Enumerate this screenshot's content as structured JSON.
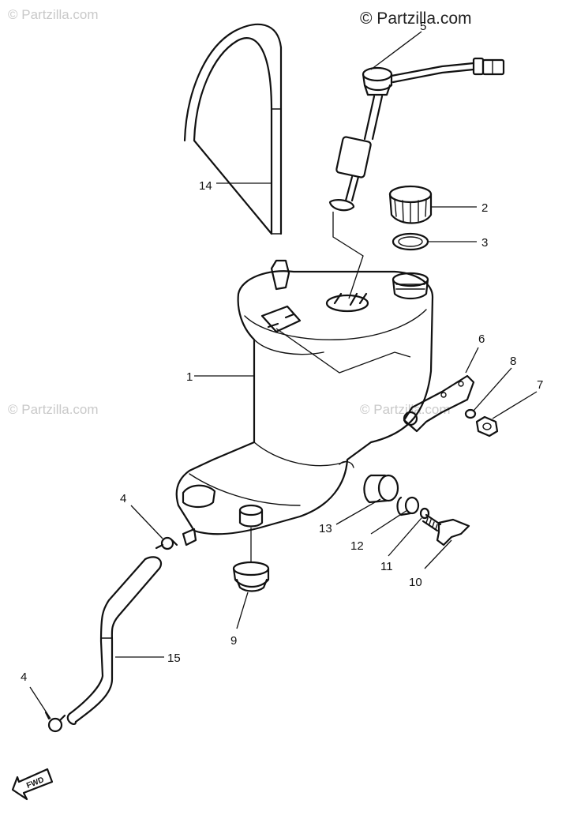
{
  "watermarks": {
    "top_right": "© Partzilla.com",
    "faint": "© Partzilla.com"
  },
  "direction_badge": "FWD",
  "callouts": [
    {
      "id": "1",
      "label": "1"
    },
    {
      "id": "2",
      "label": "2"
    },
    {
      "id": "3",
      "label": "3"
    },
    {
      "id": "4a",
      "label": "4"
    },
    {
      "id": "4b",
      "label": "4"
    },
    {
      "id": "5",
      "label": "5"
    },
    {
      "id": "6",
      "label": "6"
    },
    {
      "id": "7",
      "label": "7"
    },
    {
      "id": "8",
      "label": "8"
    },
    {
      "id": "9",
      "label": "9"
    },
    {
      "id": "10",
      "label": "10"
    },
    {
      "id": "11",
      "label": "11"
    },
    {
      "id": "12",
      "label": "12"
    },
    {
      "id": "13",
      "label": "13"
    },
    {
      "id": "14",
      "label": "14"
    },
    {
      "id": "15",
      "label": "15"
    }
  ]
}
